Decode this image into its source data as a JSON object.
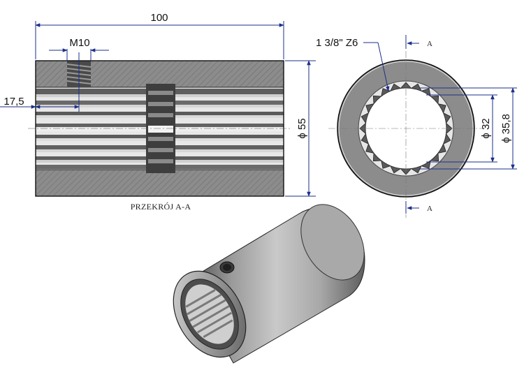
{
  "drawing": {
    "dim_length": "100",
    "dim_thread": "M10",
    "dim_thread_offset": "17,5",
    "dim_outer_diameter": "ϕ 55",
    "dim_spline": "1 3/8\" Z6",
    "dim_inner_diameter": "ϕ 32",
    "dim_spline_diameter": "ϕ 35,8",
    "section_letter": "A",
    "caption": "PRZEKRÓJ A-A"
  },
  "colors": {
    "dim_line": "#1d2f8a",
    "body_gray": "#8a8a8a",
    "outline": "#1a1a1a"
  }
}
